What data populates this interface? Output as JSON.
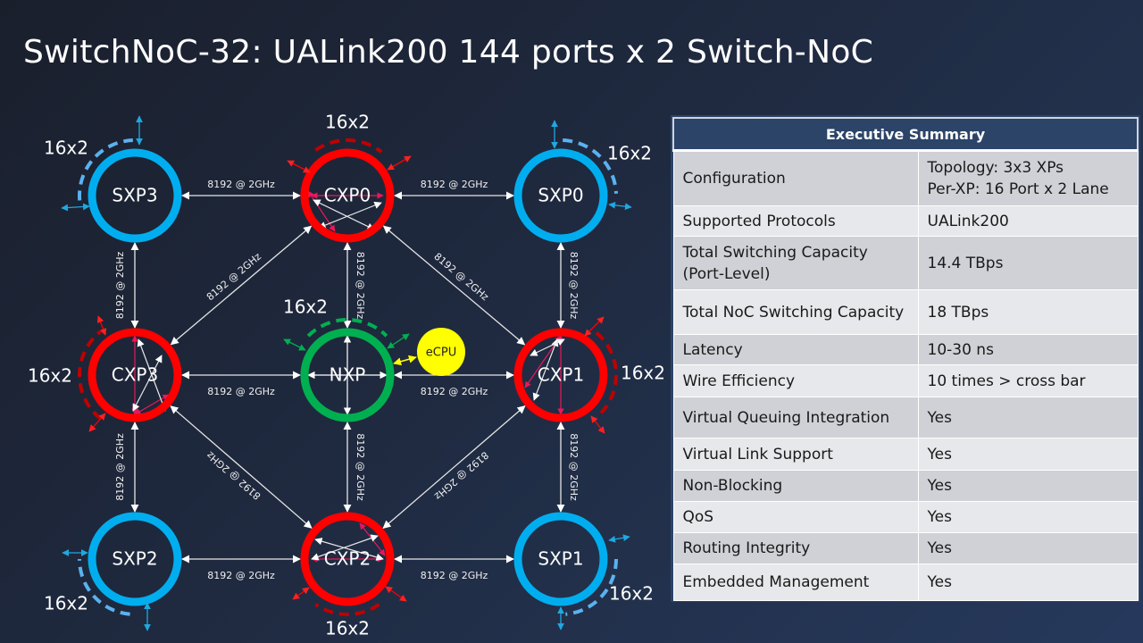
{
  "page": {
    "title": "SwitchNoC-32: UALink200 144 ports x 2 Switch-NoC"
  },
  "colors": {
    "sxp": "#00aeef",
    "sxp_dashed": "#5ab2f0",
    "cxp": "#ff0000",
    "cxp_dashed": "#c00000",
    "nxp": "#00b050",
    "ecpu": "#ffff00",
    "internal_link": "#e8185a",
    "link": "#e6e6e6"
  },
  "diagram": {
    "link_label": "8192 @ 2GHz",
    "port_label": "16x2",
    "nodes": [
      {
        "id": "SXP3",
        "label": "SXP3",
        "type": "sxp"
      },
      {
        "id": "CXP0",
        "label": "CXP0",
        "type": "cxp"
      },
      {
        "id": "SXP0",
        "label": "SXP0",
        "type": "sxp"
      },
      {
        "id": "CXP3",
        "label": "CXP3",
        "type": "cxp"
      },
      {
        "id": "NXP",
        "label": "NXP",
        "type": "nxp"
      },
      {
        "id": "CXP1",
        "label": "CXP1",
        "type": "cxp"
      },
      {
        "id": "SXP2",
        "label": "SXP2",
        "type": "sxp"
      },
      {
        "id": "CXP2",
        "label": "CXP2",
        "type": "cxp"
      },
      {
        "id": "SXP1",
        "label": "SXP1",
        "type": "sxp"
      }
    ],
    "ecpu": {
      "label": "eCPU",
      "attached_to": "NXP"
    },
    "links": [
      {
        "from": "SXP3",
        "to": "CXP0",
        "label": "8192 @ 2GHz"
      },
      {
        "from": "CXP0",
        "to": "SXP0",
        "label": "8192 @ 2GHz"
      },
      {
        "from": "SXP3",
        "to": "CXP3",
        "label": "8192 @ 2GHz"
      },
      {
        "from": "SXP0",
        "to": "CXP1",
        "label": "8192 @ 2GHz"
      },
      {
        "from": "CXP0",
        "to": "NXP",
        "label": "8192 @ 2GHz"
      },
      {
        "from": "CXP3",
        "to": "NXP",
        "label": "8192 @ 2GHz"
      },
      {
        "from": "NXP",
        "to": "CXP1",
        "label": "8192 @ 2GHz"
      },
      {
        "from": "NXP",
        "to": "CXP2",
        "label": "8192 @ 2GHz"
      },
      {
        "from": "CXP3",
        "to": "SXP2",
        "label": "8192 @ 2GHz"
      },
      {
        "from": "CXP1",
        "to": "SXP1",
        "label": "8192 @ 2GHz"
      },
      {
        "from": "SXP2",
        "to": "CXP2",
        "label": "8192 @ 2GHz"
      },
      {
        "from": "CXP2",
        "to": "SXP1",
        "label": "8192 @ 2GHz"
      },
      {
        "from": "CXP3",
        "to": "CXP0",
        "label": "8192 @ 2GHz"
      },
      {
        "from": "CXP0",
        "to": "CXP1",
        "label": "8192 @ 2GHz"
      },
      {
        "from": "CXP3",
        "to": "CXP2",
        "label": "8192 @ 2GHz"
      },
      {
        "from": "CXP2",
        "to": "CXP1",
        "label": "8192 @ 2GHz"
      }
    ]
  },
  "summary": {
    "header": "Executive Summary",
    "rows": [
      {
        "key": "Configuration",
        "value_lines": [
          "Topology: 3x3 XPs",
          "Per-XP: 16 Port x 2 Lane"
        ]
      },
      {
        "key_lines": [
          "Total Switching Capacity",
          "(Port-Level)"
        ],
        "key": "",
        "value": "14.4 TBps",
        "_pre": true
      },
      {
        "key": "Total NoC Switching Capacity",
        "value": "18 TBps"
      },
      {
        "key": "Latency",
        "value": "10-30 ns"
      },
      {
        "key": "Wire Efficiency",
        "value": "10 times > cross bar"
      },
      {
        "key": "Virtual Queuing Integration",
        "value": "Yes"
      },
      {
        "key": "Virtual Link Support",
        "value": "Yes"
      },
      {
        "key": "Non-Blocking",
        "value": "Yes"
      },
      {
        "key": "QoS",
        "value": "Yes"
      },
      {
        "key": "Routing Integrity",
        "value": "Yes"
      },
      {
        "key": "Embedded Management",
        "value": "Yes"
      }
    ],
    "supported_protocols": {
      "key": "Supported Protocols",
      "value": "UALink200"
    }
  }
}
